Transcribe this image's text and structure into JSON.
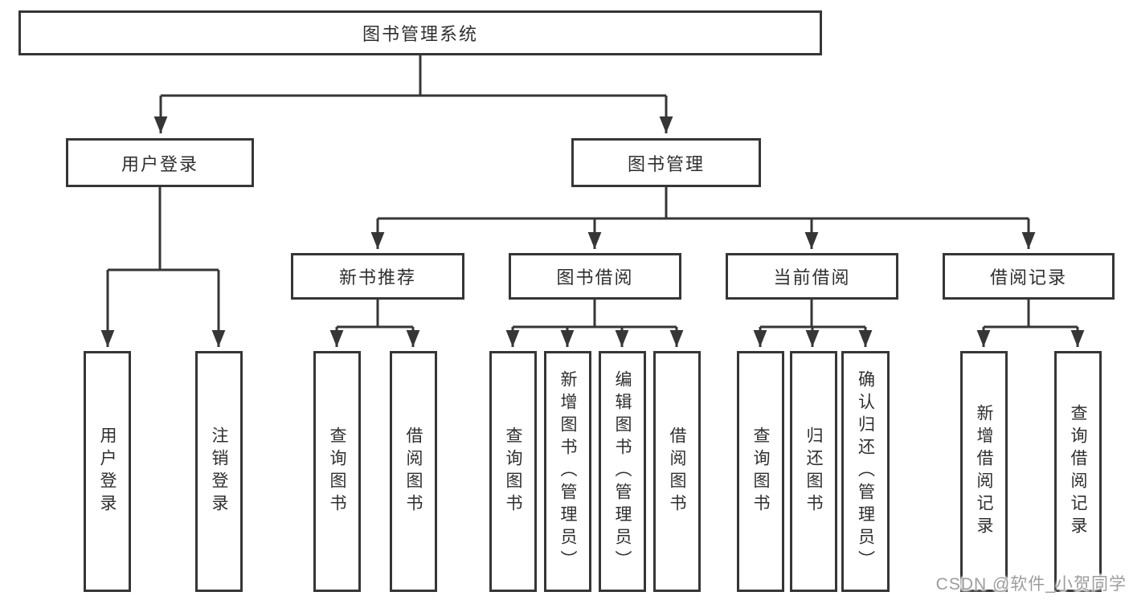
{
  "colors": {
    "line": "#363636",
    "box_border": "#363636",
    "box_background": "#ffffff",
    "text": "#2f2f2f",
    "watermark": "#9c9c9c",
    "page_background": "#ffffff"
  },
  "watermark": {
    "text": "CSDN @软件_小贺同学"
  },
  "diagram": {
    "type": "hierarchy-tree",
    "root": {
      "label": "图书管理系统"
    },
    "level2": [
      {
        "label": "用户登录",
        "parent": "图书管理系统"
      },
      {
        "label": "图书管理",
        "parent": "图书管理系统"
      }
    ],
    "level3": [
      {
        "label": "新书推荐",
        "parent": "图书管理"
      },
      {
        "label": "图书借阅",
        "parent": "图书管理"
      },
      {
        "label": "当前借阅",
        "parent": "图书管理"
      },
      {
        "label": "借阅记录",
        "parent": "图书管理"
      }
    ],
    "leaves": [
      {
        "label": "用户登录",
        "parent": "用户登录"
      },
      {
        "label": "注销登录",
        "parent": "用户登录"
      },
      {
        "label": "查询图书",
        "parent": "新书推荐"
      },
      {
        "label": "借阅图书",
        "parent": "新书推荐"
      },
      {
        "label": "查询图书",
        "parent": "图书借阅"
      },
      {
        "label": "新增图书（管理员）",
        "parent": "图书借阅"
      },
      {
        "label": "编辑图书（管理员）",
        "parent": "图书借阅"
      },
      {
        "label": "借阅图书",
        "parent": "图书借阅"
      },
      {
        "label": "查询图书",
        "parent": "当前借阅"
      },
      {
        "label": "归还图书",
        "parent": "当前借阅"
      },
      {
        "label": "确认归还（管理员）",
        "parent": "当前借阅"
      },
      {
        "label": "新增借阅记录",
        "parent": "借阅记录"
      },
      {
        "label": "查询借阅记录",
        "parent": "借阅记录"
      }
    ]
  }
}
